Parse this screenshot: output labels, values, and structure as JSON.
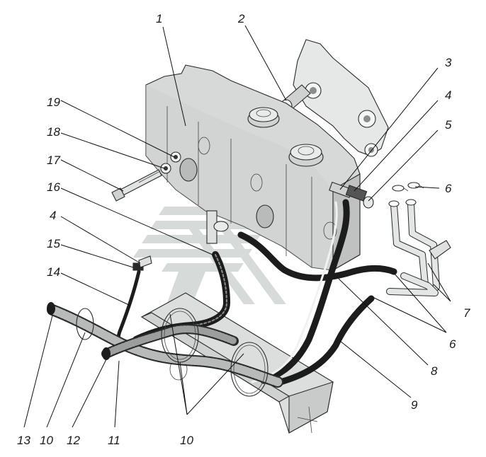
{
  "colors": {
    "tank_fill": "#d7d9d8",
    "tank_shade": "#bfc2c1",
    "hose_dark": "#1c1c1c",
    "pipe_light": "#e4e6e5",
    "frame_fill": "#dcdedd",
    "watermark": "#c9cfcd",
    "leader": "#111111"
  },
  "callouts": [
    {
      "id": "c1",
      "text": "1"
    },
    {
      "id": "c2",
      "text": "2"
    },
    {
      "id": "c3",
      "text": "3"
    },
    {
      "id": "c4a",
      "text": "4"
    },
    {
      "id": "c5",
      "text": "5"
    },
    {
      "id": "c6a",
      "text": "6"
    },
    {
      "id": "c7",
      "text": "7"
    },
    {
      "id": "c6b",
      "text": "6"
    },
    {
      "id": "c8",
      "text": "8"
    },
    {
      "id": "c9",
      "text": "9"
    },
    {
      "id": "c19",
      "text": "19"
    },
    {
      "id": "c18",
      "text": "18"
    },
    {
      "id": "c17",
      "text": "17"
    },
    {
      "id": "c16",
      "text": "16"
    },
    {
      "id": "c4b",
      "text": "4"
    },
    {
      "id": "c15",
      "text": "15"
    },
    {
      "id": "c14",
      "text": "14"
    },
    {
      "id": "c13",
      "text": "13"
    },
    {
      "id": "c10a",
      "text": "10"
    },
    {
      "id": "c12",
      "text": "12"
    },
    {
      "id": "c11",
      "text": "11"
    },
    {
      "id": "c10b",
      "text": "10"
    }
  ]
}
